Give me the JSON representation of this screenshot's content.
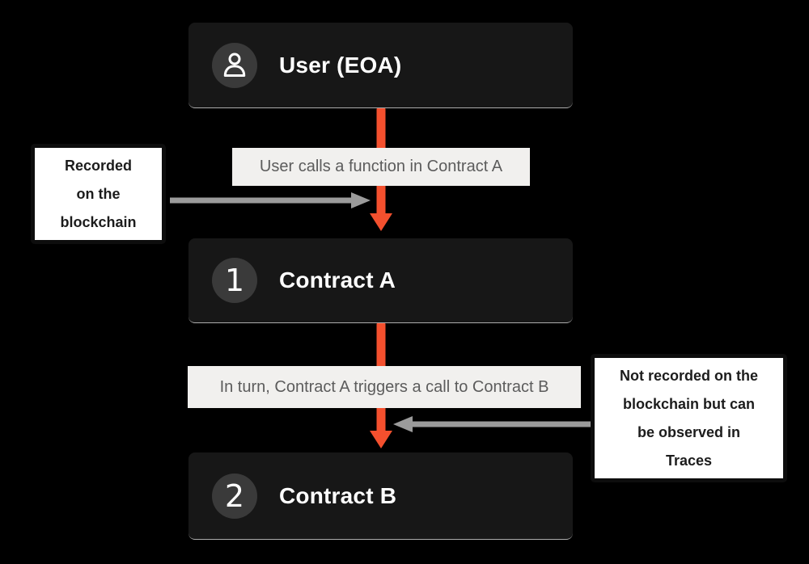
{
  "diagram": {
    "colors": {
      "background": "#000000",
      "node_bg": "#171717",
      "node_text": "#FFFFFF",
      "badge_bg": "#3A3A3A",
      "edge_label_bg": "#F1F0EE",
      "edge_label_text": "#5C5C5C",
      "accent_orange": "#F4502E",
      "arrow_gray": "#9B9B9B",
      "note_bg": "#FFFFFF",
      "note_border": "#0D0D0D",
      "note_text": "#1C1C1C"
    },
    "nodes": [
      {
        "id": "user-eoa",
        "badge_icon": "user-icon",
        "label": "User (EOA)"
      },
      {
        "id": "contract-a",
        "badge_number": "1",
        "label": "Contract A"
      },
      {
        "id": "contract-b",
        "badge_number": "2",
        "label": "Contract B"
      }
    ],
    "edge_labels": [
      {
        "text": "User calls a function in Contract A"
      },
      {
        "text": "In turn, Contract A triggers a call to Contract B"
      }
    ],
    "annotations": [
      {
        "side": "left",
        "text": "Recorded\non the\nblockchain"
      },
      {
        "side": "right",
        "text": "Not recorded on the\nblockchain but can\nbe observed in\nTraces"
      }
    ]
  }
}
